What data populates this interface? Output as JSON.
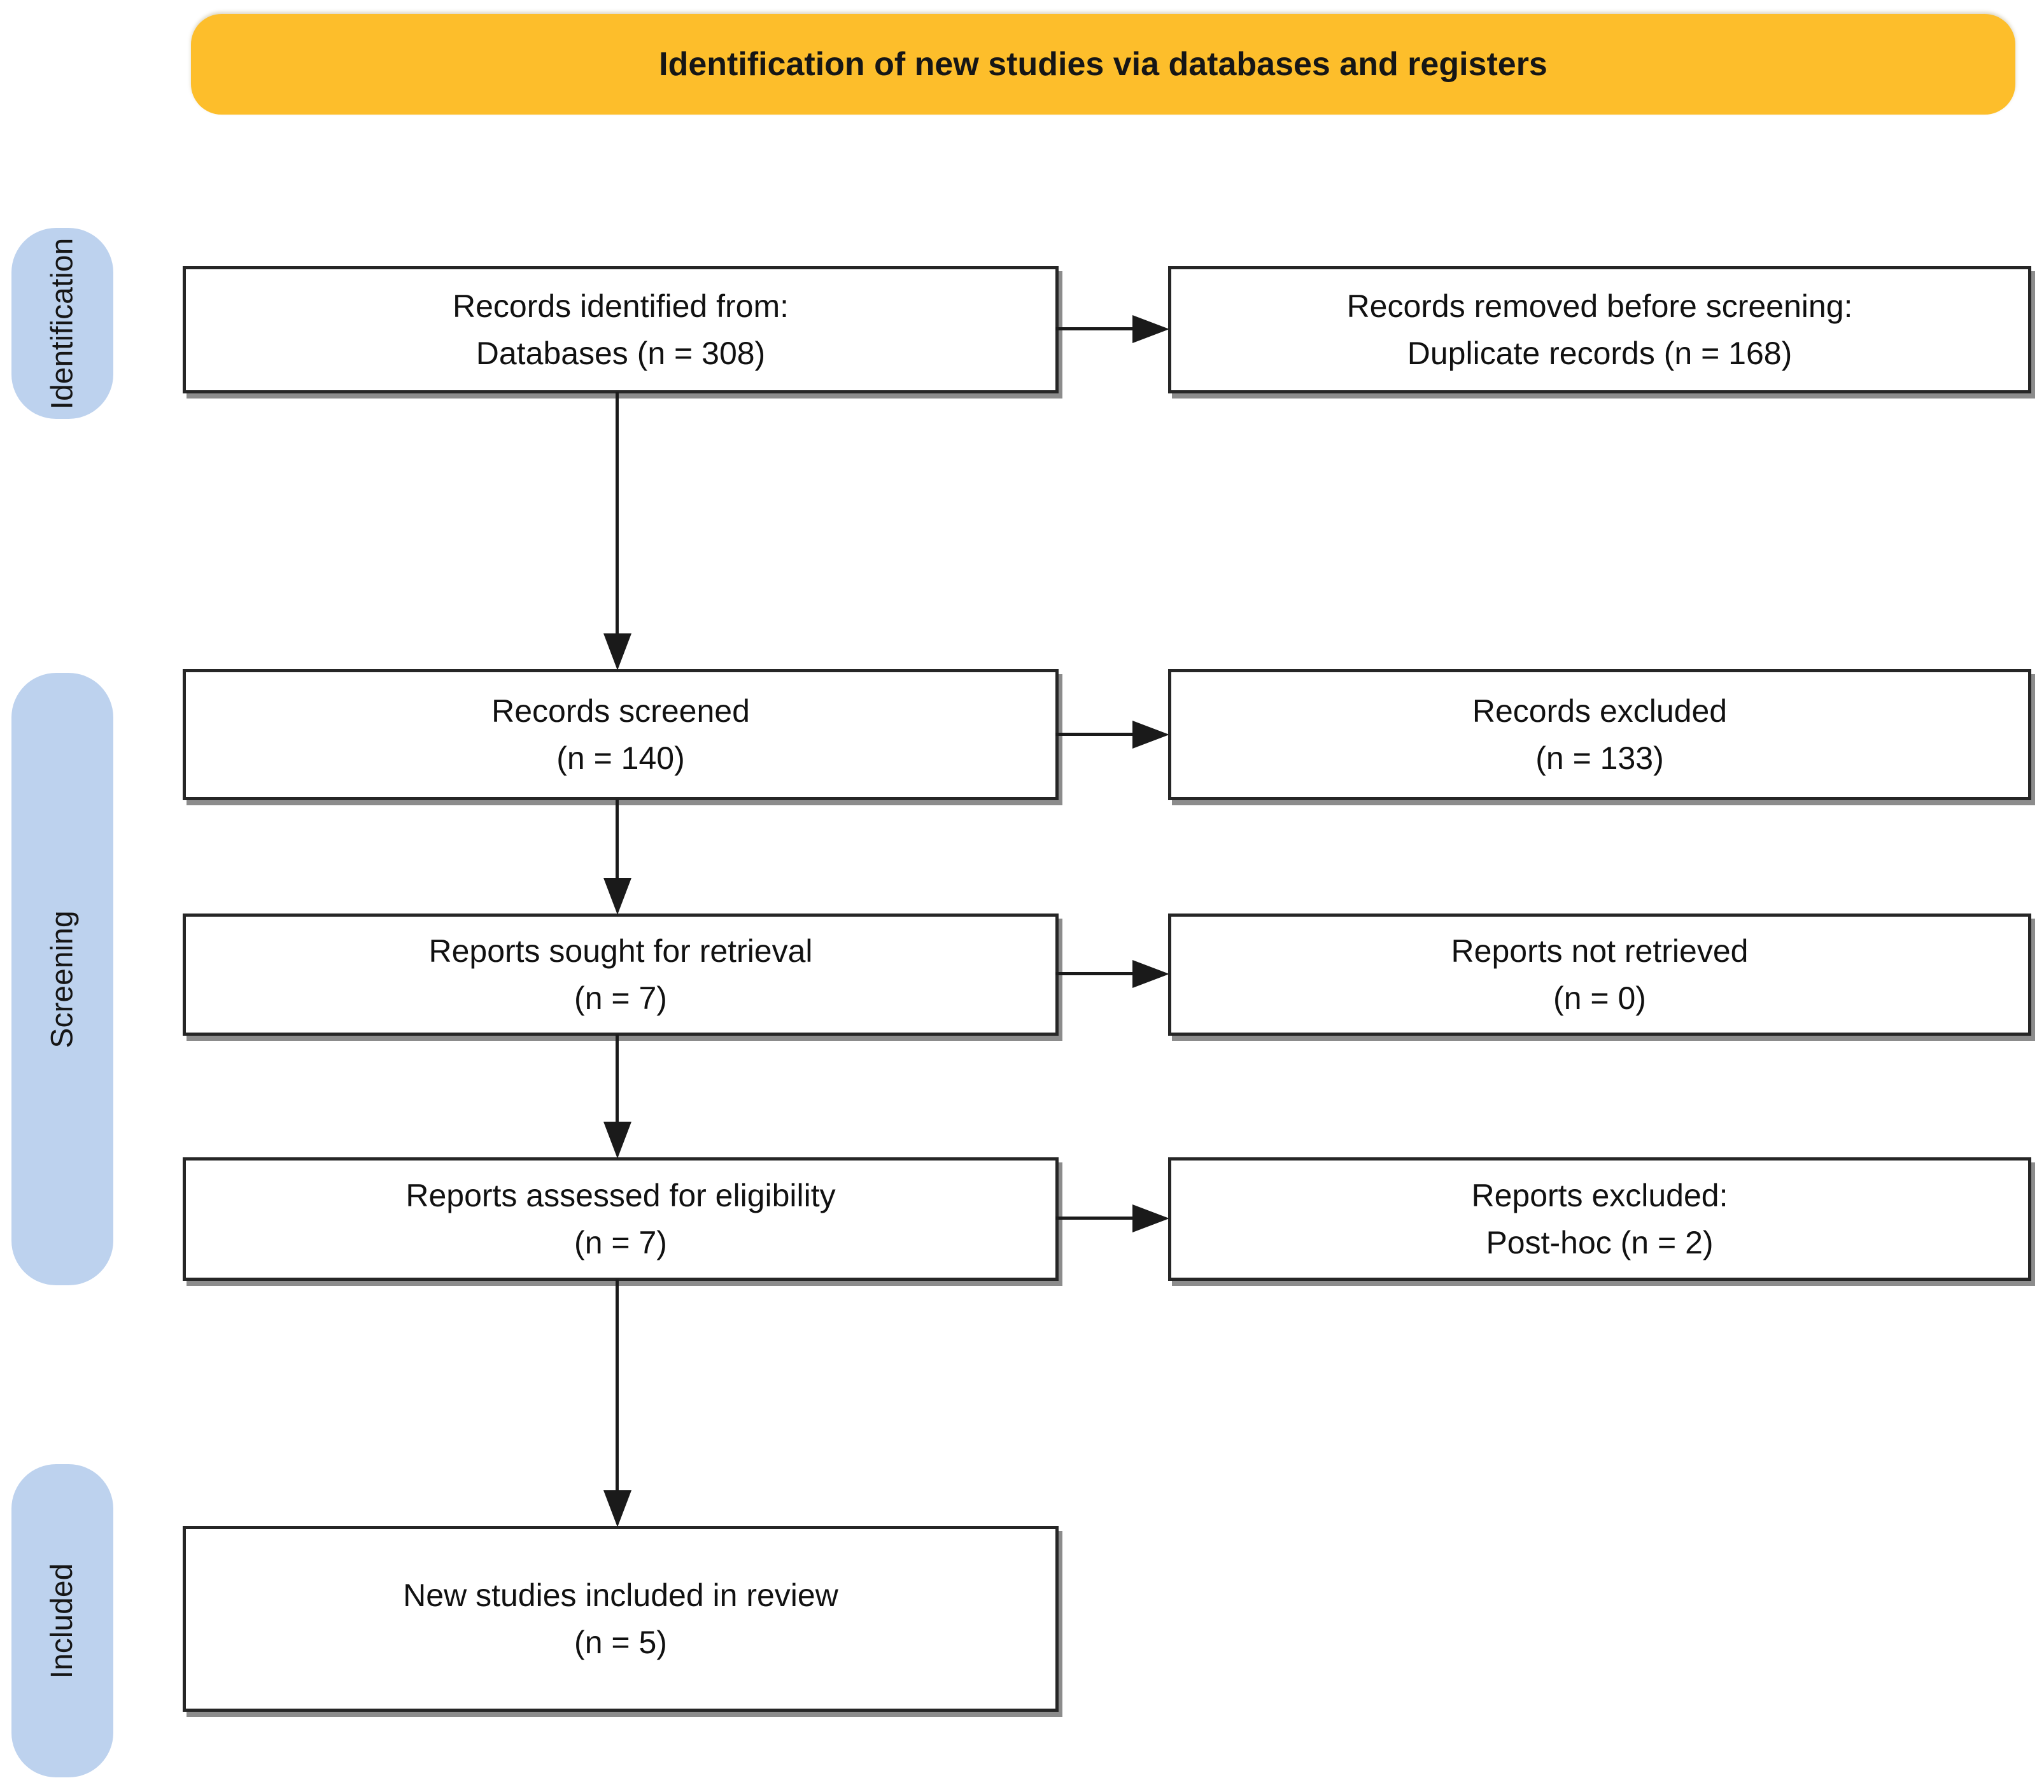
{
  "banner": {
    "label": "Identification of new studies via databases and registers"
  },
  "stages": {
    "identification": "Identification",
    "screening": "Screening",
    "included": "Included"
  },
  "boxes": {
    "records_identified": {
      "line1": "Records identified from:",
      "line2": "Databases (n = 308)"
    },
    "records_removed": {
      "line1": "Records removed before screening:",
      "line2": "Duplicate records (n = 168)"
    },
    "records_screened": {
      "line1": "Records screened",
      "line2": "(n = 140)"
    },
    "records_excluded": {
      "line1": "Records excluded",
      "line2": "(n = 133)"
    },
    "reports_sought": {
      "line1": "Reports sought for retrieval",
      "line2": "(n = 7)"
    },
    "reports_not_retrieved": {
      "line1": "Reports not retrieved",
      "line2": "(n = 0)"
    },
    "reports_assessed": {
      "line1": "Reports assessed for eligibility",
      "line2": "(n = 7)"
    },
    "reports_excluded": {
      "line1": "Reports excluded:",
      "line2": "Post-hoc (n = 2)"
    },
    "new_studies": {
      "line1": "New studies included in review",
      "line2": "(n = 5)"
    }
  },
  "colors": {
    "banner_bg": "#FDBE2B",
    "stage_pill_bg": "#BDD2EE",
    "box_bg": "#FFFFFF",
    "box_border": "#262626",
    "box_shadow": "#8C8C8C",
    "arrow": "#1A1A1A",
    "text": "#111111",
    "background": "#FFFFFF"
  }
}
